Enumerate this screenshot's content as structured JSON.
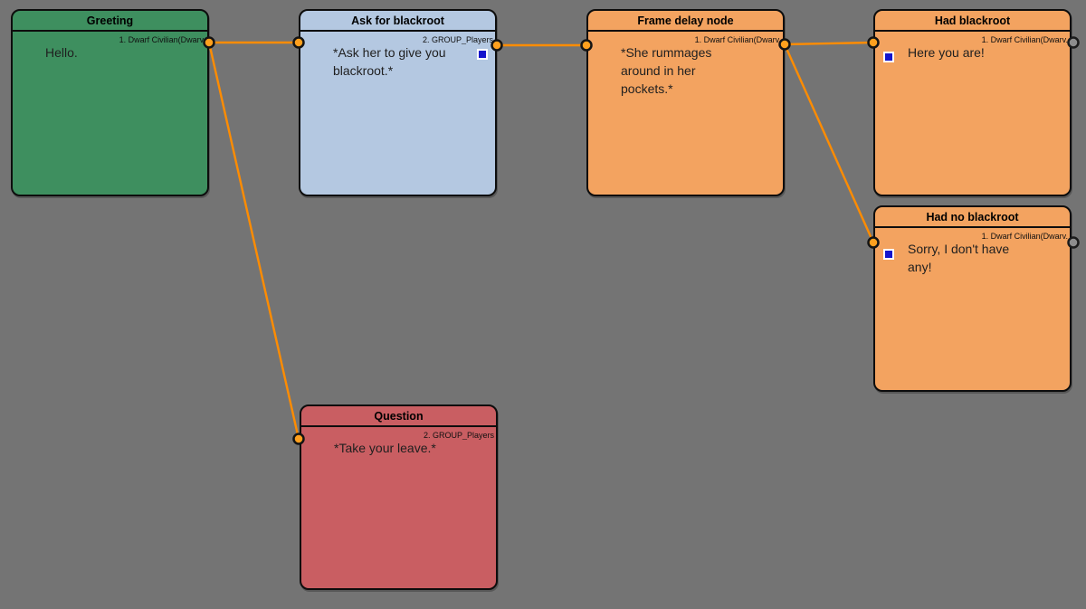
{
  "app": {
    "type": "dialogue-node-editor"
  },
  "colors": {
    "background": "#747474",
    "edge": "#ff8c00",
    "port_connected": "#ffa01e",
    "port_unconnected": "#8d8d8d",
    "node_green": "#3e8f5f",
    "node_blue": "#b4c8e1",
    "node_orange": "#f3a360",
    "node_red": "#c95e62",
    "marker_blue": "#1414cc"
  },
  "nodes": [
    {
      "id": "greeting",
      "title": "Greeting",
      "speaker": "1. Dwarf Civilian(Dwarv.",
      "body": "Hello.",
      "color": "green"
    },
    {
      "id": "ask-for-blackroot",
      "title": "Ask for blackroot",
      "speaker": "2. GROUP_Players",
      "body": "*Ask her to give you blackroot.*",
      "color": "blue",
      "has_marker": true
    },
    {
      "id": "frame-delay-node",
      "title": "Frame delay node",
      "speaker": "1. Dwarf Civilian(Dwarv.",
      "body": "*She rummages around in her pockets.*",
      "color": "orange"
    },
    {
      "id": "had-blackroot",
      "title": "Had blackroot",
      "speaker": "1. Dwarf Civilian(Dwarv.",
      "body": "Here you are!",
      "color": "orange",
      "has_marker": true
    },
    {
      "id": "had-no-blackroot",
      "title": "Had no blackroot",
      "speaker": "1. Dwarf Civilian(Dwarv.",
      "body": "Sorry, I don't have any!",
      "color": "orange",
      "has_marker": true
    },
    {
      "id": "question",
      "title": "Question",
      "speaker": "2. GROUP_Players",
      "body": "*Take your leave.*",
      "color": "red"
    }
  ],
  "connections": [
    {
      "from": "greeting",
      "to": "ask-for-blackroot"
    },
    {
      "from": "greeting",
      "to": "question"
    },
    {
      "from": "ask-for-blackroot",
      "to": "frame-delay-node"
    },
    {
      "from": "frame-delay-node",
      "to": "had-blackroot"
    },
    {
      "from": "frame-delay-node",
      "to": "had-no-blackroot"
    }
  ]
}
